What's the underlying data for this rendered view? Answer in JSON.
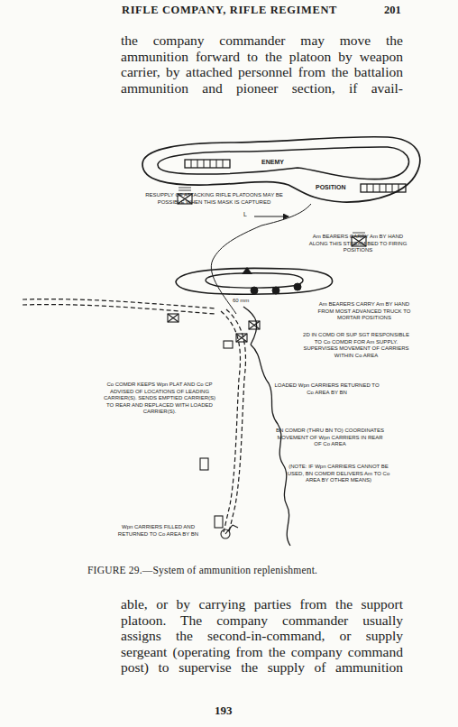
{
  "diagram": {
    "title": "RIFLE COMPANY, RIFLE REGIMENT",
    "caption": "FIGURE 29.—System of ammunition replenishment.",
    "nodes": [
      {
        "text": [
          "ENEMY",
          "POSITION"
        ]
      }
    ],
    "labels": [
      "201",
      "the company commander may move the ammunition forward to the platoon by weapon carrier, by attached personnel from the battalion ammunition and pioneer section, if avail-",
      "RESUPPLY OF ATTACKING RIFLE PLATOONS MAY BE POSSIBLE WHEN THIS MASK IS CAPTURED",
      "L",
      "Am BEARERS CARRY Am BY HAND ALONG THIS STREAM BED TO FIRING POSITIONS",
      "60 mm",
      "Am BEARERS CARRY Am BY HAND FROM MOST ADVANCED TRUCK TO MORTAR POSITIONS",
      "2D IN COMD OR SUP SGT RESPONSIBLE TO Co COMDR FOR Am SUPPLY. SUPERVISES MOVEMENT OF CARRIERS WITHIN Co AREA",
      "Co COMDR KEEPS Wpn PLAT AND Co CP ADVISED OF LOCATIONS OF LEADING CARRIER(S). SENDS EMPTIED CARRIER(S) TO REAR AND REPLACED WITH LOADED CARRIER(S).",
      "LOADED Wpn CARRIERS RETURNED TO Co AREA BY BN",
      "BN COMDR (THRU BN TO) COORDINATES MOVEMENT OF Wpn CARRIERS IN REAR OF Co AREA",
      "(NOTE: IF Wpn CARRIERS CANNOT BE USED, BN COMDR DELIVERS Am TO Co AREA BY OTHER MEANS)",
      "Wpn CARRIERS FILLED AND RETURNED TO Co AREA BY BN",
      "able, or by carrying parties from the support platoon. The company commander usually assigns the second-in-command, or supply sergeant (operating from the company command post) to supervise the supply of ammunition",
      "193"
    ]
  }
}
